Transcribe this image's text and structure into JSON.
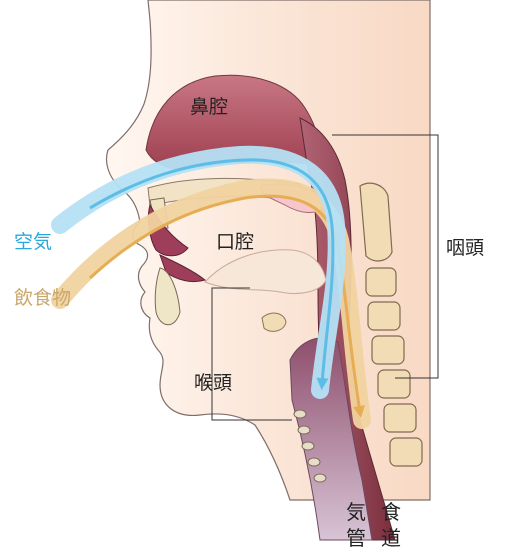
{
  "labels": {
    "nasal_cavity": "鼻腔",
    "oral_cavity": "口腔",
    "pharynx": "咽頭",
    "larynx": "喉頭",
    "air": "空気",
    "food": "飲食物",
    "trachea_line1": "気",
    "trachea_line2": "管",
    "esophagus_line1": "食",
    "esophagus_line2": "道"
  },
  "colors": {
    "air": "#2aa8db",
    "food": "#c9a86a",
    "text": "#222222",
    "skin": "#fbe3d3",
    "tissue": "#a94c5c",
    "bone": "#f1dcb6"
  }
}
